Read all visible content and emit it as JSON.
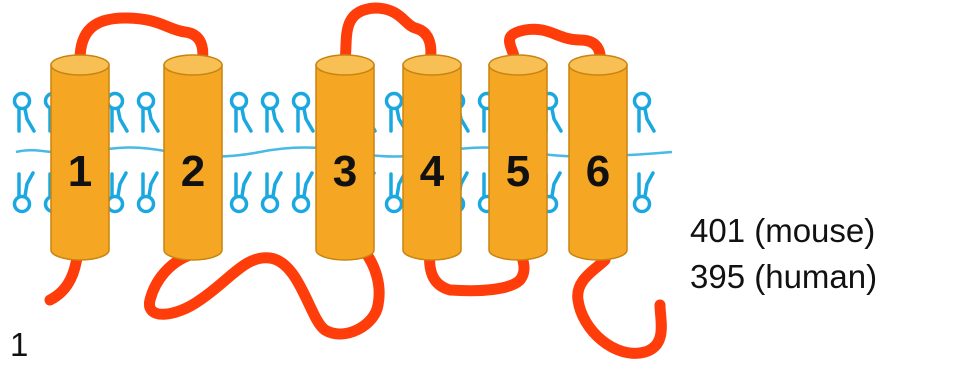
{
  "colors": {
    "helix_fill": "#f5a623",
    "helix_stroke": "#c9840f",
    "helix_top": "#f8bf55",
    "loop": "#ff3d0a",
    "membrane": "#1ba8e0",
    "text": "#111111"
  },
  "helices": [
    {
      "label": "1"
    },
    {
      "label": "2"
    },
    {
      "label": "3"
    },
    {
      "label": "4"
    },
    {
      "label": "5"
    },
    {
      "label": "6"
    }
  ],
  "termini": {
    "n_terminus_label": "1",
    "c_terminus_mouse": "401 (mouse)",
    "c_terminus_human": "395 (human)"
  }
}
